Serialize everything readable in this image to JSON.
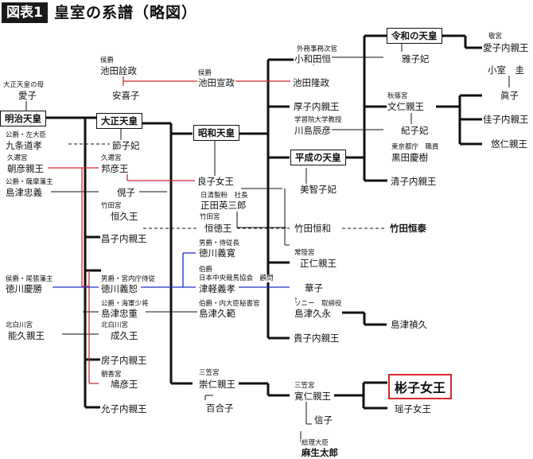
{
  "header": {
    "figure_label": "図表1",
    "title": "皇室の系譜（略図）"
  },
  "people": {
    "taisho_mother_label": "大正天皇の母",
    "aiko": "愛子",
    "meiji": "明治天皇",
    "ikeda_kokoro_title": "侯爵",
    "ikeda_kokoro": "池田詮政",
    "yasuko": "安喜子",
    "ikeda_nobumasa_title": "侯爵",
    "ikeda_nobumasa": "池田宣政",
    "ikeda_takamasa": "池田隆政",
    "kujo_title": "公爵・左大臣",
    "kujo": "九条道孝",
    "taisho": "大正天皇",
    "sadako": "節子妃",
    "kuni_title1": "久邇宮",
    "asahiko": "朝彦親王",
    "kuni_title2": "久邇宮",
    "kuniyoshi": "邦彦王",
    "showa": "昭和天皇",
    "shimazu_tadayoshi_title": "公爵・薩摩藩主",
    "shimazu_tadayoshi": "島津忠義",
    "chikako": "俔子",
    "nagako": "良子女王",
    "owada_title": "外務事務次官",
    "owada": "小和田恒",
    "reiwa": "令和の天皇",
    "masako": "雅子妃",
    "keigu": "敬宮",
    "aiko_princess": "愛子内親王",
    "komuro": "小室　圭",
    "mako": "眞子",
    "takako": "厚子内親王",
    "akishino_title": "秋篠宮",
    "fumihito": "文仁親王",
    "kako": "佳子内親王",
    "hisahito": "悠仁親王",
    "kawashima_title": "学習院大学教授",
    "kawashima": "川島辰彦",
    "kiko": "紀子妃",
    "heisei": "平成の天皇",
    "kuroda_title": "東京都庁　職員",
    "kuroda": "黒田慶樹",
    "sayako": "清子内親王",
    "shoda_title": "日清製粉　社長",
    "shoda": "正田英三郎",
    "michiko": "美智子妃",
    "takeda_title1": "竹田宮",
    "tsunehisa": "恒久王",
    "takeda_title2": "竹田宮",
    "tsuneyoshi": "恒徳王",
    "tsunekazu": "竹田恒和",
    "tsuneyasu": "竹田恒泰",
    "masako_princess": "昌子内親王",
    "tokugawa_yoshihiro_title": "男爵・侍従長",
    "tokugawa_yoshihiro": "徳川義寛",
    "owari_title": "侯爵・尾張藩主",
    "tokugawa_yoshikatsu": "徳川慶勝",
    "tokugawa_yoshihiro2_title": "男爵・宮内庁侍従",
    "tokugawa_yoshihiro2": "徳川義恕",
    "tsugaru_title1": "伯爵",
    "tsugaru_title2": "日本中央競馬協会　顧問",
    "tsugaru": "津軽義孝",
    "hitachi_title": "常陸宮",
    "masahito": "正仁親王",
    "hanako": "華子",
    "shimazu_tadashige_title": "公爵・海軍少将",
    "shimazu_tadashige": "島津忠重",
    "shimazu_hisanori_title": "伯爵・内大臣秘書官",
    "shimazu_hisanori": "島津久範",
    "shimazu_hisanaga_title": "ソニー　取締役",
    "shimazu_hisanaga": "島津久永",
    "shimazu_yoshihisa": "島津禎久",
    "kitashirakawa_title1": "北白川宮",
    "yoshihisa": "能久親王",
    "kitashirakawa_title2": "北白川宮",
    "naruhisa": "成久王",
    "takako2": "貴子内親王",
    "fusako": "房子内親王",
    "asaka_title": "朝香宮",
    "yasuhiko": "鳩彦王",
    "mikasa_title1": "三笠宮",
    "takahito": "崇仁親王",
    "yuriko": "百合子",
    "mikasa_title2": "三笠宮",
    "tomohito": "寛仁親王",
    "akiko": "彬子女王",
    "yoko": "瑶子女王",
    "nobuko": "信子",
    "aso_title": "総理大臣",
    "aso": "麻生太郎",
    "nobuko_princess": "允子内親王"
  },
  "colors": {
    "line": "#111111",
    "red_line": "#d8282d",
    "blue_line": "#1a30c8",
    "highlight_border": "#d8282d"
  }
}
